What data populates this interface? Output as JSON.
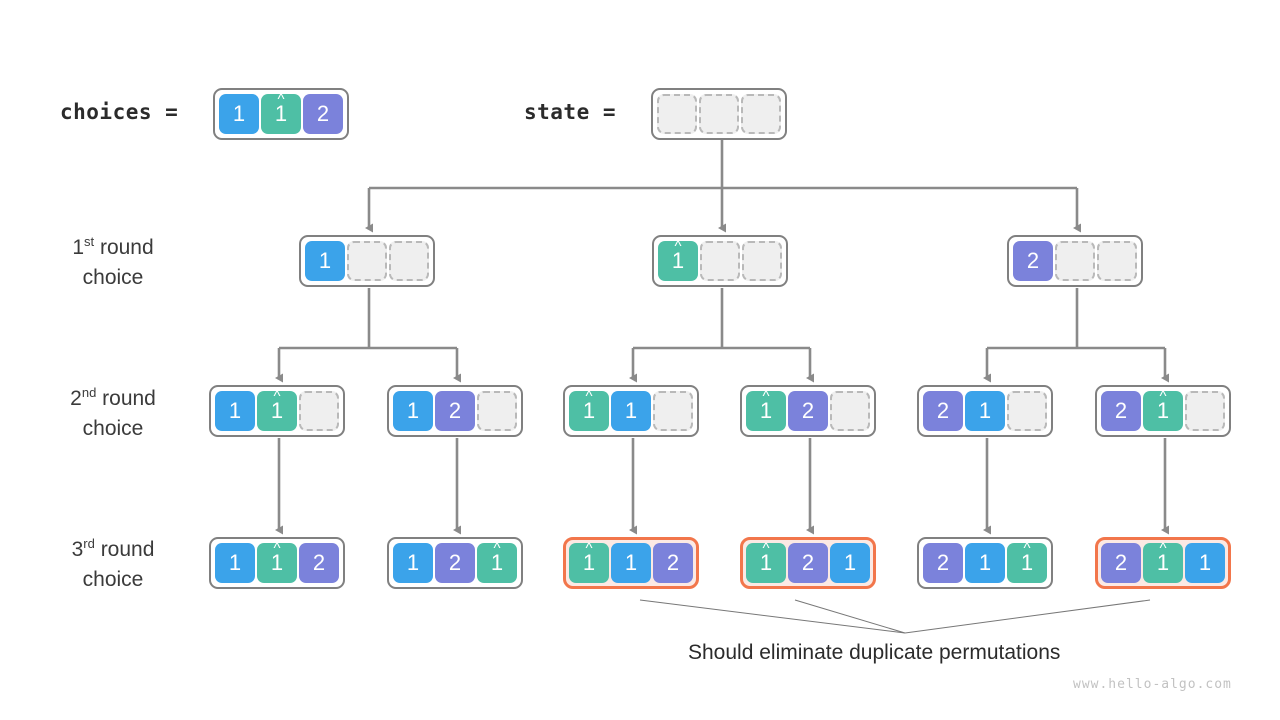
{
  "watermark": "www.hello-algo.com",
  "caption": "Should eliminate duplicate permutations",
  "header": {
    "choices_label": "choices =",
    "state_label": "state ="
  },
  "glyphs": {
    "one": "1",
    "two": "2",
    "hat": "^",
    "hat_one_aria": "1-with-hat"
  },
  "rounds": [
    {
      "prefix": "1",
      "ordinal": "st",
      "line1_rest": " round",
      "line2": "choice"
    },
    {
      "prefix": "2",
      "ordinal": "nd",
      "line1_rest": " round",
      "line2": "choice"
    },
    {
      "prefix": "3",
      "ordinal": "rd",
      "line1_rest": " round",
      "line2": "choice"
    }
  ],
  "colors": {
    "blue": "#3ba3ea",
    "green": "#4ebfa5",
    "purple": "#7b82db",
    "empty_fill": "#efefef",
    "empty_border": "#b9b9b9",
    "node_border": "#808080",
    "highlight_border": "#f2764b",
    "highlight_fill": "#fbe9e4",
    "edge": "#8a8a8a",
    "leader": "#8a8a8a",
    "text": "#2b2b2b",
    "watermark": "#c2c2c2"
  },
  "nodes": {
    "choices": {
      "cells": [
        "1",
        "1hat",
        "2"
      ]
    },
    "state": {
      "cells": [
        "empty",
        "empty",
        "empty"
      ]
    },
    "round1": [
      {
        "cells": [
          "1",
          "empty",
          "empty"
        ],
        "highlight": false
      },
      {
        "cells": [
          "1hat",
          "empty",
          "empty"
        ],
        "highlight": false
      },
      {
        "cells": [
          "2",
          "empty",
          "empty"
        ],
        "highlight": false
      }
    ],
    "round2": [
      {
        "cells": [
          "1",
          "1hat",
          "empty"
        ],
        "highlight": false
      },
      {
        "cells": [
          "1",
          "2",
          "empty"
        ],
        "highlight": false
      },
      {
        "cells": [
          "1hat",
          "1",
          "empty"
        ],
        "highlight": false
      },
      {
        "cells": [
          "1hat",
          "2",
          "empty"
        ],
        "highlight": false
      },
      {
        "cells": [
          "2",
          "1",
          "empty"
        ],
        "highlight": false
      },
      {
        "cells": [
          "2",
          "1hat",
          "empty"
        ],
        "highlight": false
      }
    ],
    "round3": [
      {
        "cells": [
          "1",
          "1hat",
          "2"
        ],
        "highlight": false
      },
      {
        "cells": [
          "1",
          "2",
          "1hat"
        ],
        "highlight": false
      },
      {
        "cells": [
          "1hat",
          "1",
          "2"
        ],
        "highlight": true
      },
      {
        "cells": [
          "1hat",
          "2",
          "1"
        ],
        "highlight": true
      },
      {
        "cells": [
          "2",
          "1",
          "1hat"
        ],
        "highlight": false
      },
      {
        "cells": [
          "2",
          "1hat",
          "1"
        ],
        "highlight": true
      }
    ]
  }
}
